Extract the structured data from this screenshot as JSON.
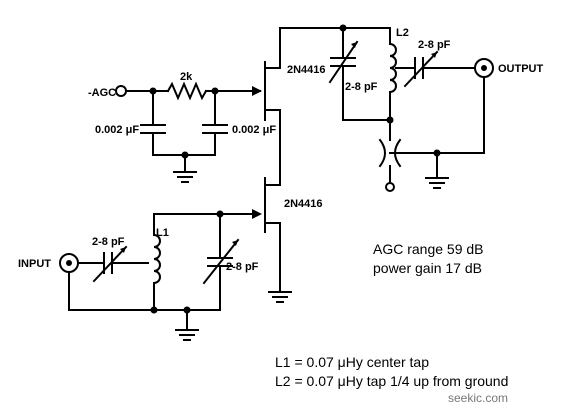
{
  "labels": {
    "agc_in": "-AGC",
    "r1": "2k",
    "c1": "0.002 μF",
    "c2": "0.002 μF",
    "q1": "2N4416",
    "q2": "2N4416",
    "l1": "L1",
    "l2": "L2",
    "c_in": "2-8 pF",
    "c_tune1": "2-8 pF",
    "c_tune2": "2-8 pF",
    "c_out": "2-8 pF",
    "input": "INPUT",
    "output": "OUTPUT"
  },
  "notes": {
    "agc_range": "AGC range 59 dB",
    "power_gain": "power gain 17 dB",
    "l1_spec": "L1 = 0.07 μHy center tap",
    "l2_spec": "L2 = 0.07 μHy tap 1/4 up from ground"
  },
  "watermark": "seekic.com"
}
